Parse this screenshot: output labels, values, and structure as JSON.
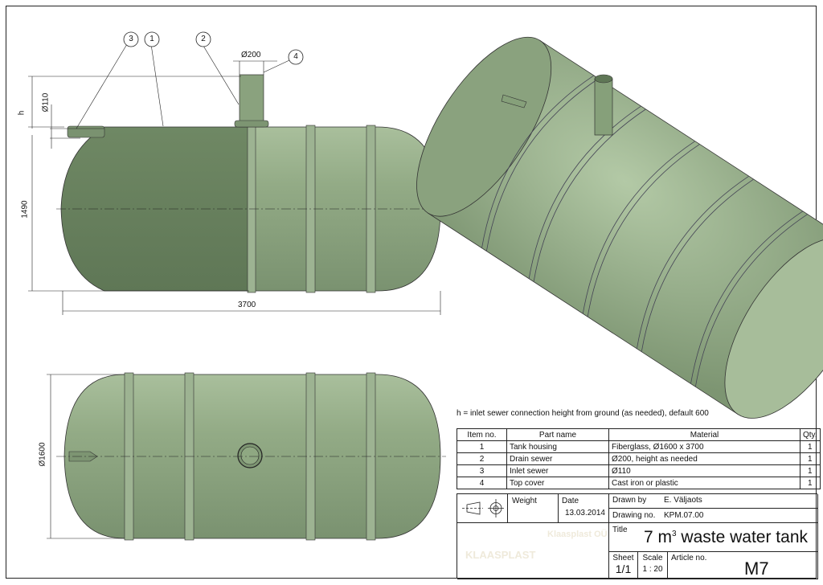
{
  "drawing": {
    "balloons": [
      "3",
      "1",
      "2",
      "4"
    ],
    "dimensions": {
      "pipe_dia": "Ø200",
      "inlet_dia": "Ø110",
      "h": "h",
      "height": "1490",
      "length": "3700",
      "diameter": "Ø1600"
    },
    "tank_color": "#8fa882",
    "tank_dark": "#6e8762"
  },
  "note": "h = inlet sewer connection height from ground (as needed), default 600",
  "bom": {
    "headers": [
      "Item no.",
      "Part name",
      "Material",
      "Qty."
    ],
    "rows": [
      [
        "1",
        "Tank housing",
        "Fiberglass,  Ø1600 x 3700",
        "1"
      ],
      [
        "2",
        "Drain sewer",
        "Ø200, height as needed",
        "1"
      ],
      [
        "3",
        "Inlet sewer",
        "Ø110",
        "1"
      ],
      [
        "4",
        "Top cover",
        "Cast iron or plastic",
        "1"
      ]
    ]
  },
  "title_block": {
    "weight_label": "Weight",
    "date_label": "Date",
    "date": "13.03.2014",
    "drawn_by_label": "Drawn by",
    "drawn_by": "E. Väljaots",
    "drawing_no_label": "Drawing no.",
    "drawing_no": "KPM.07.00",
    "title_label": "Title",
    "title_main": "7 m",
    "title_sup": "3",
    "title_rest": " waste water tank",
    "sheet_label": "Sheet",
    "sheet": "1/1",
    "scale_label": "Scale",
    "scale": "1 : 20",
    "article_label": "Article no.",
    "article": "M7",
    "logo_text": "KLAASPLAST",
    "company": "Klaasplast OÜ"
  }
}
